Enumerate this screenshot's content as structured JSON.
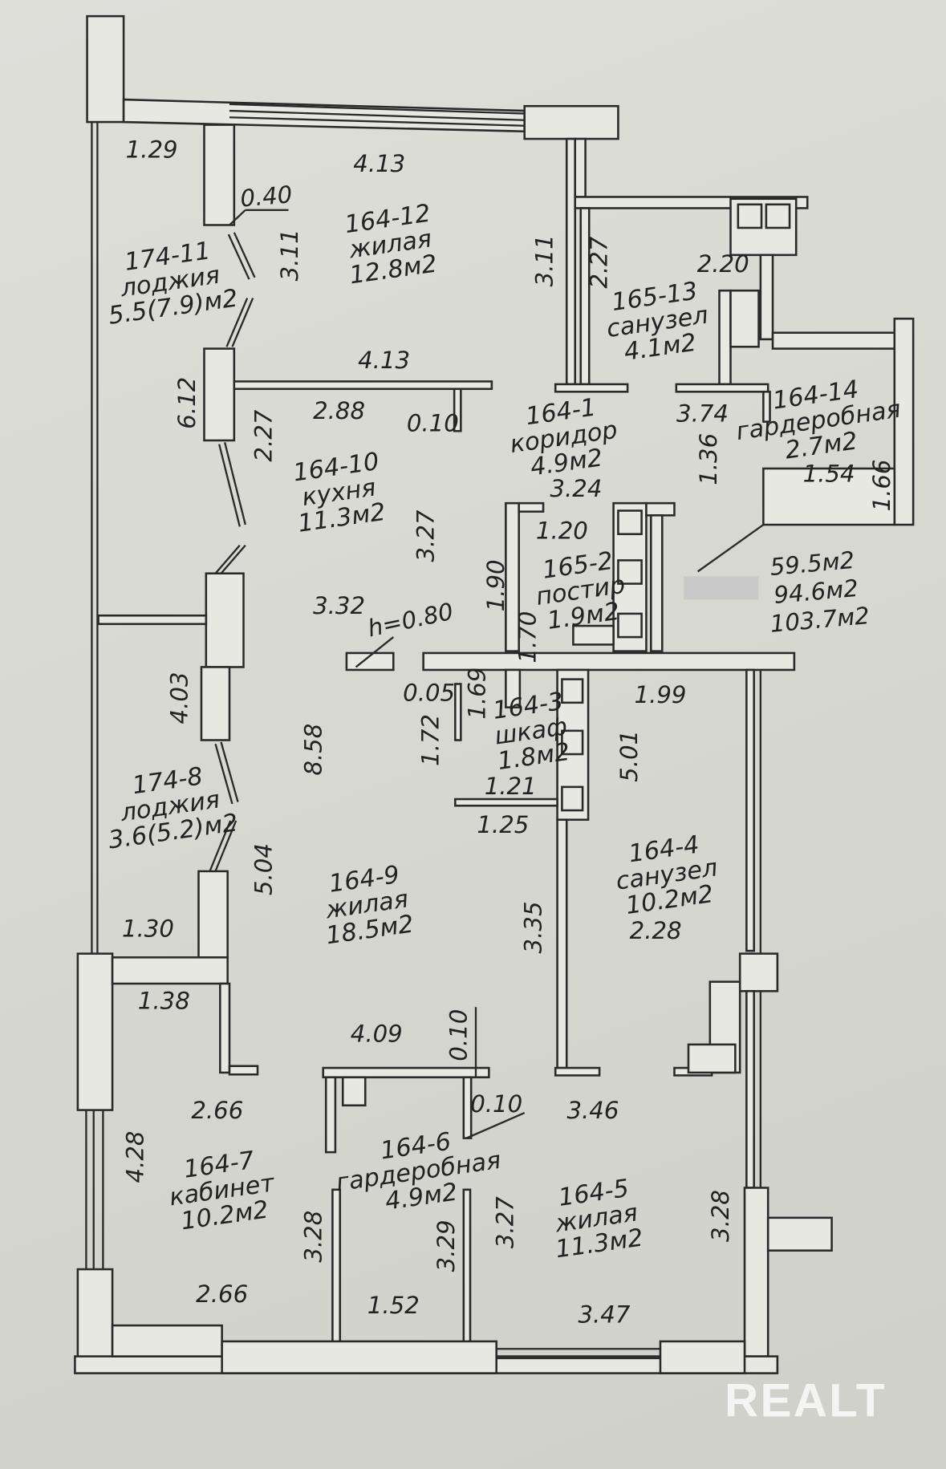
{
  "rooms": [
    {
      "id": "174-11",
      "name": "лоджия",
      "area": "5.5(7.9)м2"
    },
    {
      "id": "164-12",
      "name": "жилая",
      "area": "12.8м2"
    },
    {
      "id": "165-13",
      "name": "санузел",
      "area": "4.1м2"
    },
    {
      "id": "164-14",
      "name": "гардеробная",
      "area": "2.7м2"
    },
    {
      "id": "164-1",
      "name": "коридор",
      "area": "4.9м2"
    },
    {
      "id": "164-10",
      "name": "кухня",
      "area": "11.3м2"
    },
    {
      "id": "165-2",
      "name": "постир",
      "area": "1.9м2"
    },
    {
      "id": "164-3",
      "name": "шкаф",
      "area": "1.8м2"
    },
    {
      "id": "174-8",
      "name": "лоджия",
      "area": "3.6(5.2)м2"
    },
    {
      "id": "164-9",
      "name": "жилая",
      "area": "18.5м2"
    },
    {
      "id": "164-4",
      "name": "санузел",
      "area": "10.2м2"
    },
    {
      "id": "164-7",
      "name": "кабинет",
      "area": "10.2м2"
    },
    {
      "id": "164-6",
      "name": "гардеробная",
      "area": "4.9м2"
    },
    {
      "id": "164-5",
      "name": "жилая",
      "area": "11.3м2"
    }
  ],
  "totals": [
    "59.5м2",
    "94.6м2",
    "103.7м2"
  ],
  "dimensions": [
    "1.29",
    "4.13",
    "0.40",
    "3.11",
    "3.11",
    "2.27",
    "2.20",
    "4.13",
    "6.12",
    "2.88",
    "0.10",
    "3.74",
    "1.36",
    "1.54",
    "1.66",
    "3.24",
    "2.27",
    "3.27",
    "1.20",
    "1.90",
    "1.70",
    "3.32",
    "h=0.80",
    "0.05",
    "1.69",
    "1.99",
    "4.03",
    "1.72",
    "8.58",
    "5.01",
    "1.21",
    "1.25",
    "5.04",
    "3.35",
    "2.28",
    "1.30",
    "1.38",
    "4.09",
    "0.10",
    "0.10",
    "2.66",
    "3.46",
    "4.28",
    "3.28",
    "3.29",
    "3.27",
    "3.28",
    "2.66",
    "1.52",
    "3.47"
  ],
  "watermark": "REALT"
}
